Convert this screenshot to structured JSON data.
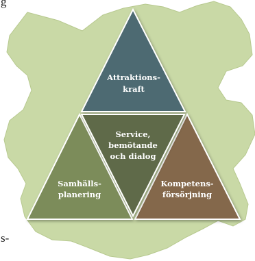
{
  "triangles": {
    "top": {
      "line1": "Attraktions-",
      "line2": "kraft",
      "color": "#4d6a72"
    },
    "center": {
      "line1": "Service,",
      "line2": "bemötande",
      "line3": "och dialog",
      "color": "#5f6a49"
    },
    "left": {
      "line1": "Samhälls-",
      "line2": "planering",
      "color": "#7c8c5a"
    },
    "right": {
      "line1": "Kompetens-",
      "line2": "försörjning",
      "color": "#84674b"
    }
  },
  "edge_text": {
    "top_left": "g",
    "bottom_left": "s-"
  },
  "colors": {
    "map_fill": "#c9d9a6",
    "map_stroke": "#b7c98f",
    "triangle_outline": "#ffffff"
  }
}
